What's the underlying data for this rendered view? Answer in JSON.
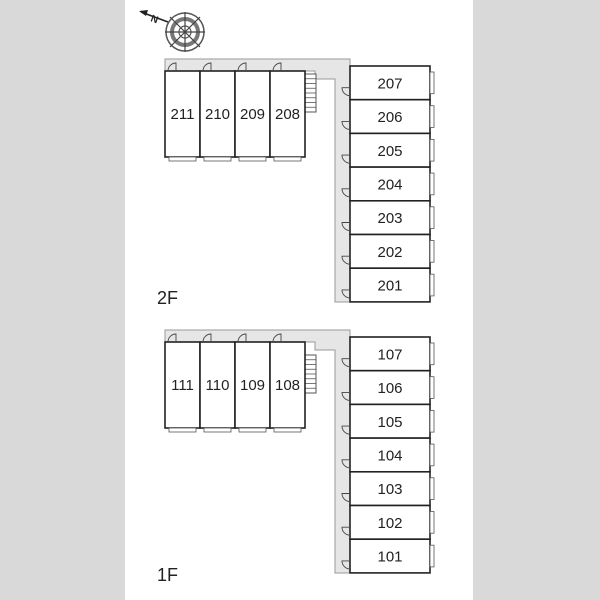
{
  "compass": {
    "label": "N",
    "icon": "compass-rose-icon"
  },
  "floors": [
    {
      "label": "2F",
      "left_units": [
        "211",
        "210",
        "209",
        "208"
      ],
      "right_units": [
        "207",
        "206",
        "205",
        "204",
        "203",
        "202",
        "201"
      ]
    },
    {
      "label": "1F",
      "left_units": [
        "111",
        "110",
        "109",
        "108"
      ],
      "right_units": [
        "107",
        "106",
        "105",
        "104",
        "103",
        "102",
        "101"
      ]
    }
  ]
}
